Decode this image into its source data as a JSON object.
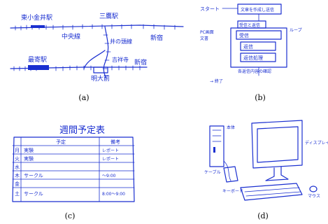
{
  "panels": {
    "a": {
      "caption": "(a)",
      "labels": {
        "top_left": "東小金井駅",
        "top_mid": "三鷹駅",
        "top_mid2": "中央線",
        "top_right": "新宿",
        "branch": "井の頭線",
        "bot_left": "最寄駅",
        "bot_mid": "吉祥寺",
        "bot_mid2": "明大前",
        "bot_right": "新宿"
      }
    },
    "b": {
      "caption": "(b)",
      "labels": {
        "start": "スタート",
        "box1": "文章を作成し送信",
        "box_top": "受信と返信",
        "box_main1": "受信",
        "box_main2": "返信",
        "box_main3": "返信処理",
        "right_note": "ループ",
        "left_note1": "PC画面",
        "left_note2": "文書",
        "bottom1": "各返信内容の確認",
        "bottom2": "→ 終了"
      }
    },
    "c": {
      "caption": "(c)",
      "title": "週間予定表",
      "headers": [
        "",
        "予定",
        "備考"
      ],
      "rows": [
        [
          "月",
          "実験",
          "レポート"
        ],
        [
          "火",
          "実験",
          "レポート"
        ],
        [
          "水",
          "",
          ""
        ],
        [
          "木",
          "サークル",
          "〜9:00"
        ],
        [
          "金",
          "",
          ""
        ],
        [
          "土",
          "サークル",
          "8:00〜9:00"
        ]
      ]
    },
    "d": {
      "caption": "(d)",
      "labels": {
        "screen": "ディスプレイ",
        "tower": "本体",
        "keyboard": "キーボード",
        "mouse": "マウス",
        "cable": "ケーブル"
      }
    }
  }
}
